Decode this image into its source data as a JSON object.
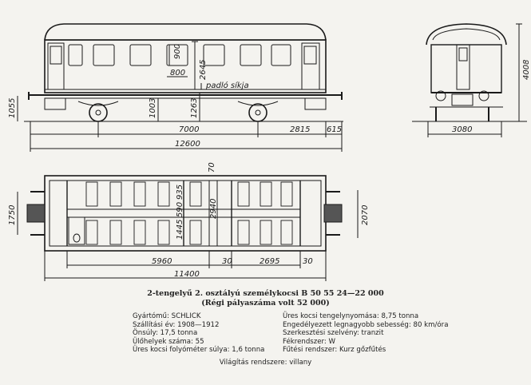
{
  "dimensions": {
    "side_height": "2645",
    "window_height": "900",
    "window_width": "800",
    "floor_label": "padló síkja",
    "buffer_height": "1055",
    "floor_height_a": "1003",
    "floor_height_b": "1263",
    "wheelbase": "7000",
    "overhang": "2815",
    "end_gap": "615",
    "length_over_buffers": "12600",
    "end_height": "4008",
    "end_width": "3080",
    "plan_top_gap": "70",
    "seat_a": "935",
    "seat_b": "590",
    "seat_c": "1445",
    "inner_width": "2940",
    "bogie_gauge": "1750",
    "body_width": "2070",
    "plan_seg_a": "5960",
    "plan_seg_b": "30",
    "plan_seg_c": "2695",
    "plan_seg_d": "30",
    "body_length": "11400"
  },
  "caption": {
    "line1": "2-tengelyű 2. osztályú személykocsi B 50 55 24—22 000",
    "line2": "(Régi pályaszáma volt 52 000)"
  },
  "specs": {
    "left": [
      "Gyártómű: SCHLICK",
      "Szállítási év: 1908—1912",
      "Önsúly: 17,5 tonna",
      "Ülőhelyek száma: 55",
      "Üres kocsi folyóméter súlya: 1,6 tonna"
    ],
    "right": [
      "Üres kocsi tengelynyomása: 8,75 tonna",
      "Engedélyezett legnagyobb sebesség: 80 km/óra",
      "Szerkesztési szelvény: tranzit",
      "Fékrendszer: W",
      "Fűtési rendszer: Kurz gőzfűtés"
    ]
  },
  "footer": "Világítás rendszere: villany"
}
